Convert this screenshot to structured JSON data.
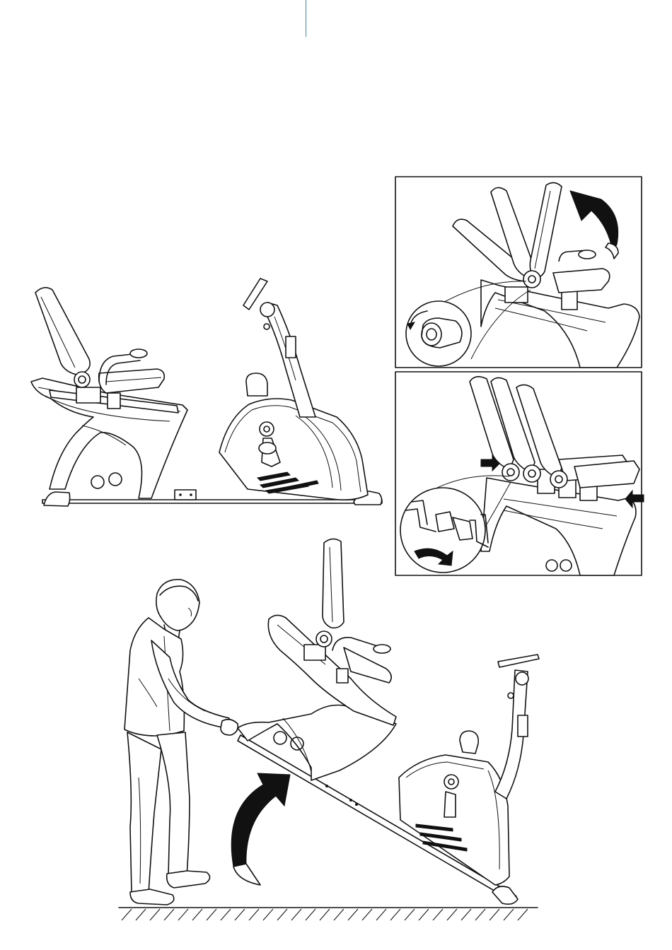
{
  "page": {
    "accent_color": "#3a86b8",
    "line_color": "#111111"
  },
  "figures": {
    "main_bike": {
      "icon": "recumbent-bike-illustration"
    },
    "detail_backrest_tilt": {
      "icon": "backrest-knob-tilt-illustration"
    },
    "detail_seat_slide": {
      "icon": "seat-lever-slide-illustration"
    },
    "moving_bike": {
      "icon": "person-lifting-bike-illustration"
    }
  }
}
